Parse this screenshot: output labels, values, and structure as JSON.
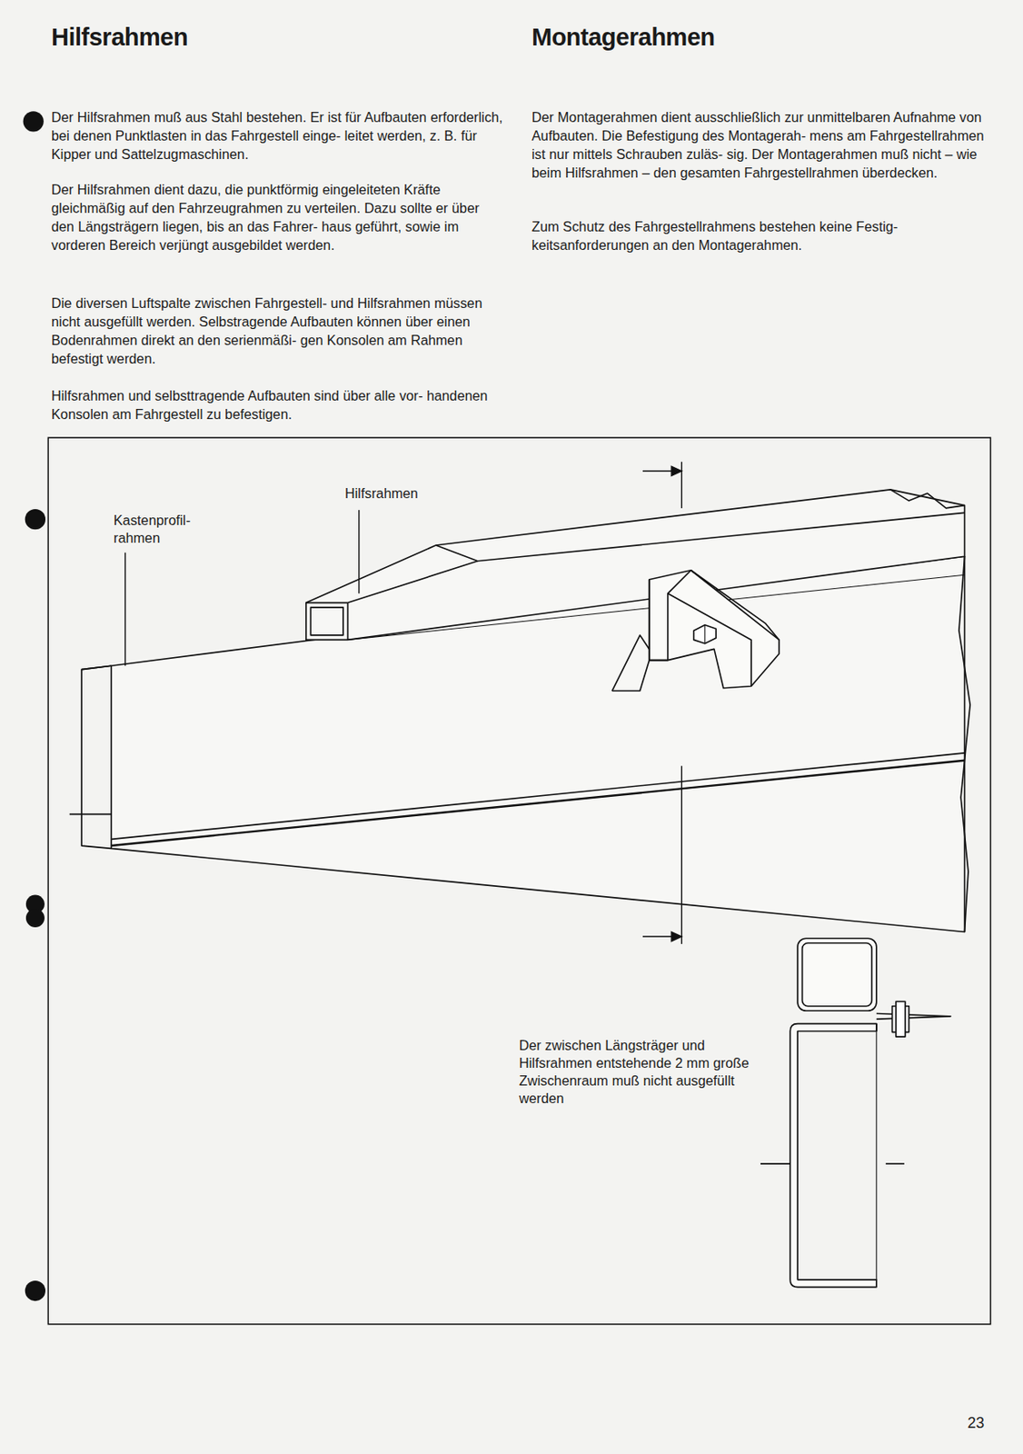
{
  "diagram": {
    "labels": [
      "Hilfsrahmen",
      "Montagerahmen",
      "Der Hilfsrahmen muß aus Stahl bestehen. Er ist für Aufbauten erforderlich, bei denen Punktlasten in das Fahrgestell einge- leitet werden, z. B. für Kipper und Sattelzugmaschinen.",
      "Der Hilfsrahmen dient dazu, die punktförmig eingeleiteten Kräfte gleichmäßig auf den Fahrzeugrahmen zu verteilen. Dazu sollte er über den Längsträgern liegen, bis an das Fahrer- haus geführt, sowie im vorderen Bereich verjüngt ausgebildet werden.",
      "Die diversen Luftspalte zwischen Fahrgestell- und Hilfsrahmen müssen nicht ausgefüllt werden. Selbstragende Aufbauten können über einen Bodenrahmen direkt an den serienmäßi- gen Konsolen am Rahmen befestigt werden.",
      "Hilfsrahmen und selbsttragende Aufbauten sind über alle vor- handenen Konsolen am Fahrgestell zu befestigen.",
      "Der Montagerahmen dient ausschließlich zur unmittelbaren Aufnahme von Aufbauten. Die Befestigung des Montagerah- mens am Fahrgestellrahmen ist nur mittels Schrauben zuläs- sig. Der Montagerahmen muß nicht – wie beim Hilfsrahmen – den gesamten Fahrgestellrahmen überdecken.",
      "Zum Schutz des Fahrgestellrahmens bestehen keine Festig- keitsanforderungen an den Montagerahmen.",
      "Kastenprofil- rahmen",
      "Hilfsrahmen",
      "Der zwischen Längsträger und Hilfsrahmen entstehende 2 mm große Zwischenraum muß nicht ausgefüllt werden",
      "23"
    ]
  }
}
